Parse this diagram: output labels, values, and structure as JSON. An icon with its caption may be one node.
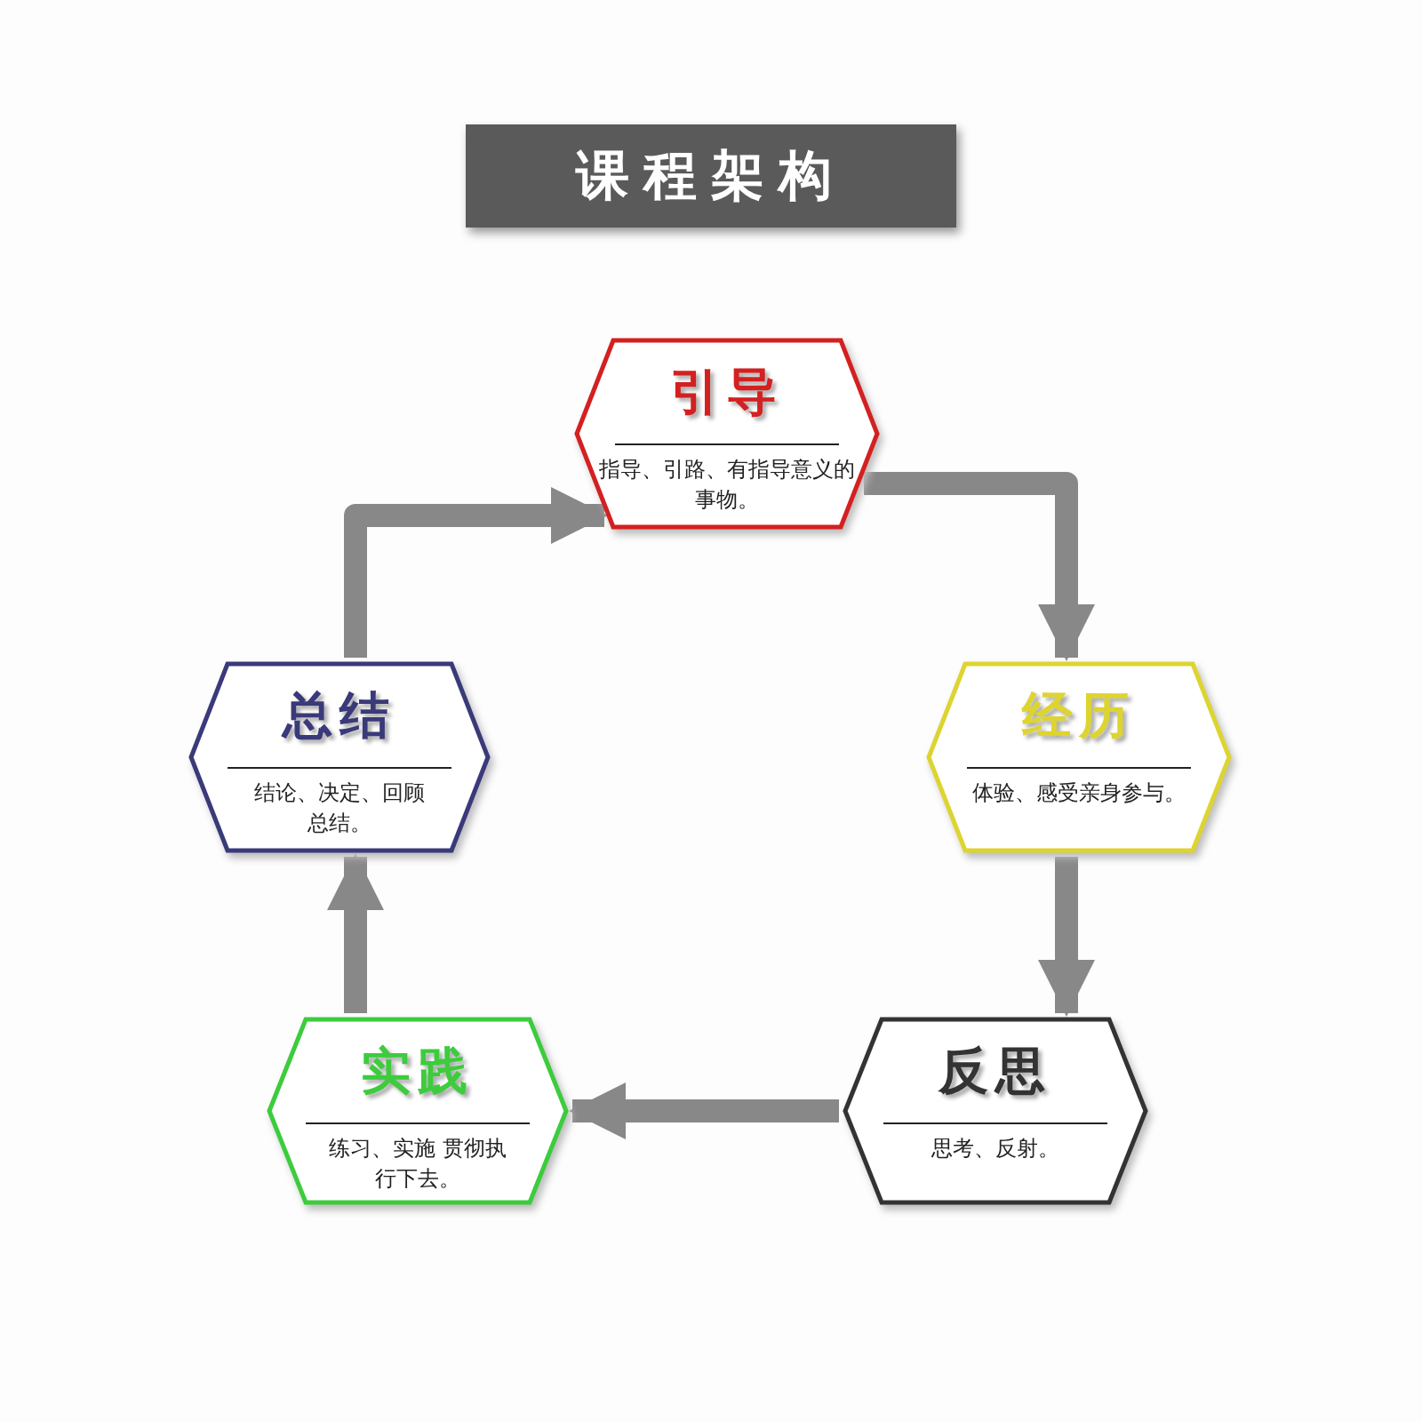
{
  "diagram": {
    "title": "课程架构",
    "nodes": [
      {
        "text": [
          "引导",
          "指导、引路、有指导意义的事物。"
        ]
      },
      {
        "text": [
          "经历",
          "体验、感受亲身参与。"
        ]
      },
      {
        "text": [
          "反思",
          "思考、反射。"
        ]
      },
      {
        "text": [
          "实践",
          "练习、实施 贯彻执行下去。"
        ]
      },
      {
        "text": [
          "总结",
          "结论、决定、回顾总结。"
        ]
      }
    ],
    "edges": [
      {
        "from": 0,
        "to": 1,
        "arrow": "to"
      },
      {
        "from": 1,
        "to": 2,
        "arrow": "to"
      },
      {
        "from": 2,
        "to": 3,
        "arrow": "to"
      },
      {
        "from": 3,
        "to": 4,
        "arrow": "to"
      },
      {
        "from": 4,
        "to": 0,
        "arrow": "to"
      }
    ]
  }
}
